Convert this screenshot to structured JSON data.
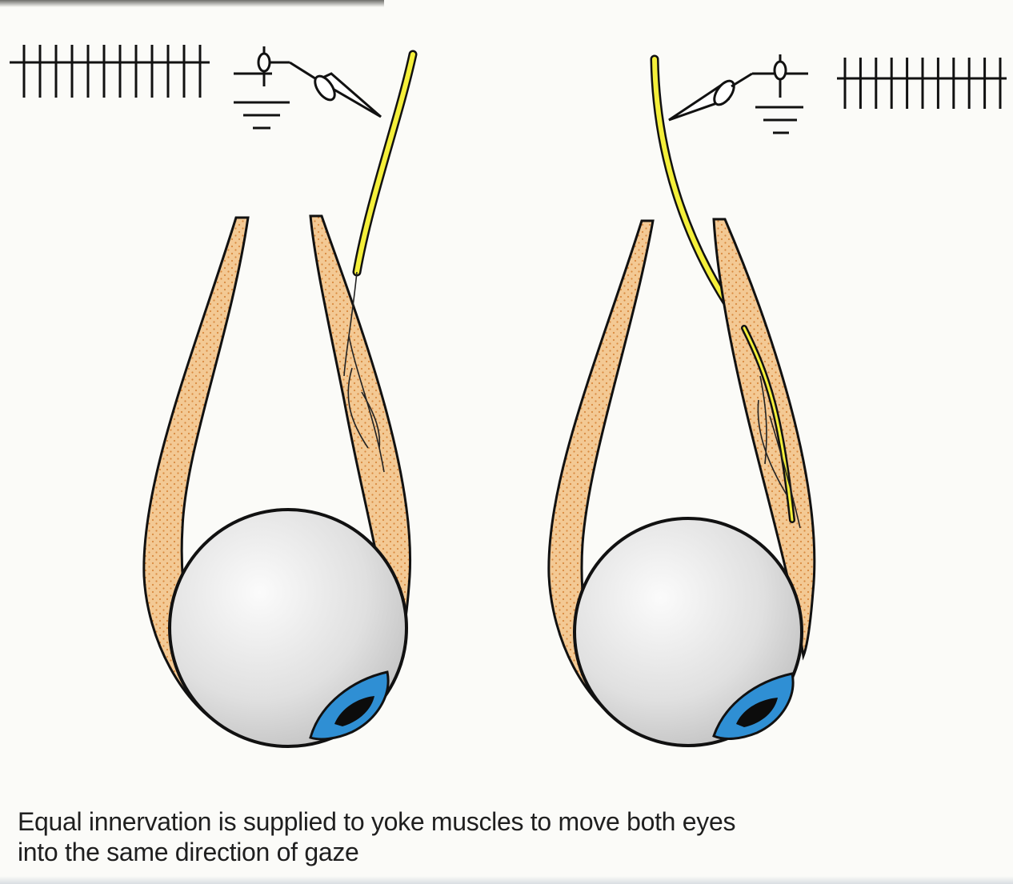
{
  "caption": {
    "line1": "Equal innervation is supplied to yoke muscles to move both eyes",
    "line2": "into the same direction of gaze"
  },
  "colors": {
    "muscle_fill": "#f3c994",
    "muscle_dots": "#d98a3f",
    "nerve": "#f4ef3a",
    "iris": "#2f8fd4",
    "pupil": "#0c0c0c",
    "sclera": "#dcdcdc",
    "outline": "#111111"
  },
  "spike_trains": {
    "left_count": 12,
    "right_count": 11
  },
  "icons": [
    "ground-symbol-icon",
    "recording-electrode-icon"
  ]
}
